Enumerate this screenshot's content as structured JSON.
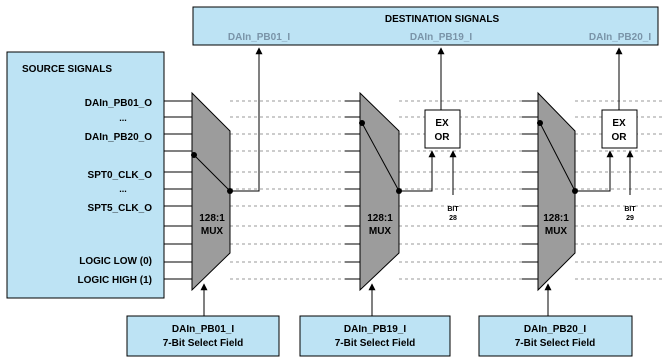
{
  "destination": {
    "title": "DESTINATION SIGNALS",
    "labels": [
      "DAIn_PB01_I",
      "DAIn_PB19_I",
      "DAIn_PB20_I"
    ]
  },
  "source": {
    "title": "SOURCE SIGNALS",
    "signals": [
      "DAIn_PB01_O",
      "...",
      "DAIn_PB20_O",
      "SPT0_CLK_O",
      "...",
      "SPT5_CLK_O",
      "LOGIC LOW (0)",
      "LOGIC HIGH (1)"
    ]
  },
  "mux": {
    "line1": "128:1",
    "line2": "MUX"
  },
  "xor": {
    "line1": "EX",
    "line2": "OR"
  },
  "bits": {
    "word": "BIT",
    "values": [
      "28",
      "29"
    ]
  },
  "select_fields": [
    {
      "name": "DAIn_PB01_I",
      "desc": "7-Bit Select Field"
    },
    {
      "name": "DAIn_PB19_I",
      "desc": "7-Bit Select Field"
    },
    {
      "name": "DAIn_PB20_I",
      "desc": "7-Bit Select Field"
    }
  ],
  "colors": {
    "box_fill": "#bde3f4",
    "dest_label": "#7a94a8",
    "mux_fill": "#9c9c9c",
    "dashed": "#9a9a9a"
  }
}
